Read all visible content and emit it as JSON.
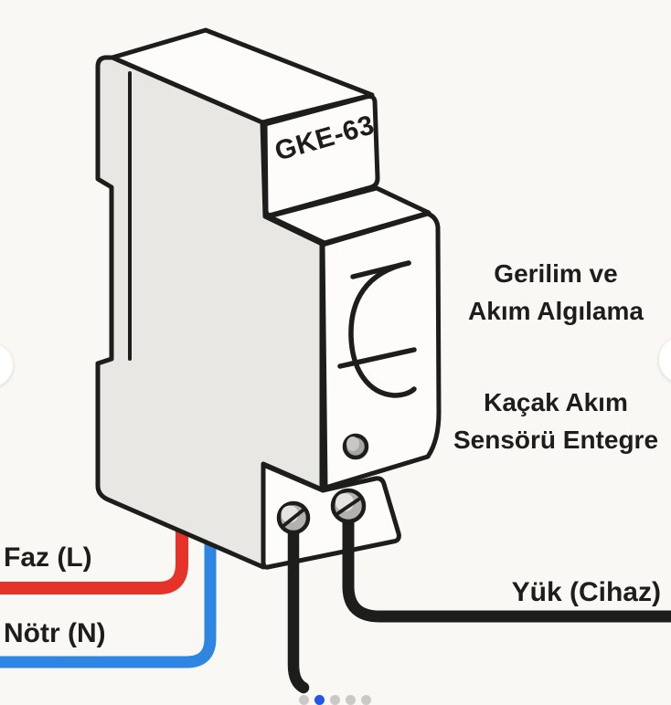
{
  "device": {
    "model": "GKE-63"
  },
  "annotations": {
    "sensing_line1": "Gerilim ve",
    "sensing_line2": "Akım Algılama",
    "leakage_line1": "Kaçak Akım",
    "leakage_line2": "Sensörü Entegre"
  },
  "wires": {
    "phase_label": "Faz (L)",
    "neutral_label": "Nötr (N)",
    "load_label": "Yük (Cihaz)",
    "phase_color": "#e5332a",
    "neutral_color": "#2f86e0",
    "load_color": "#1d1d1b"
  },
  "colors": {
    "background": "#faf8f4",
    "outline": "#1d1d1b",
    "panel_gray": "#e8e7e4",
    "face_white": "#fdfcfa",
    "screw_gray": "#b3b1ae",
    "screw_highlight": "#e6e4e1",
    "led_gray": "#a7a5a2",
    "dot_active": "#2456e8",
    "dot_inactive": "#cbc9c6"
  },
  "carousel": {
    "dot_count": 5,
    "active_index": 1
  }
}
